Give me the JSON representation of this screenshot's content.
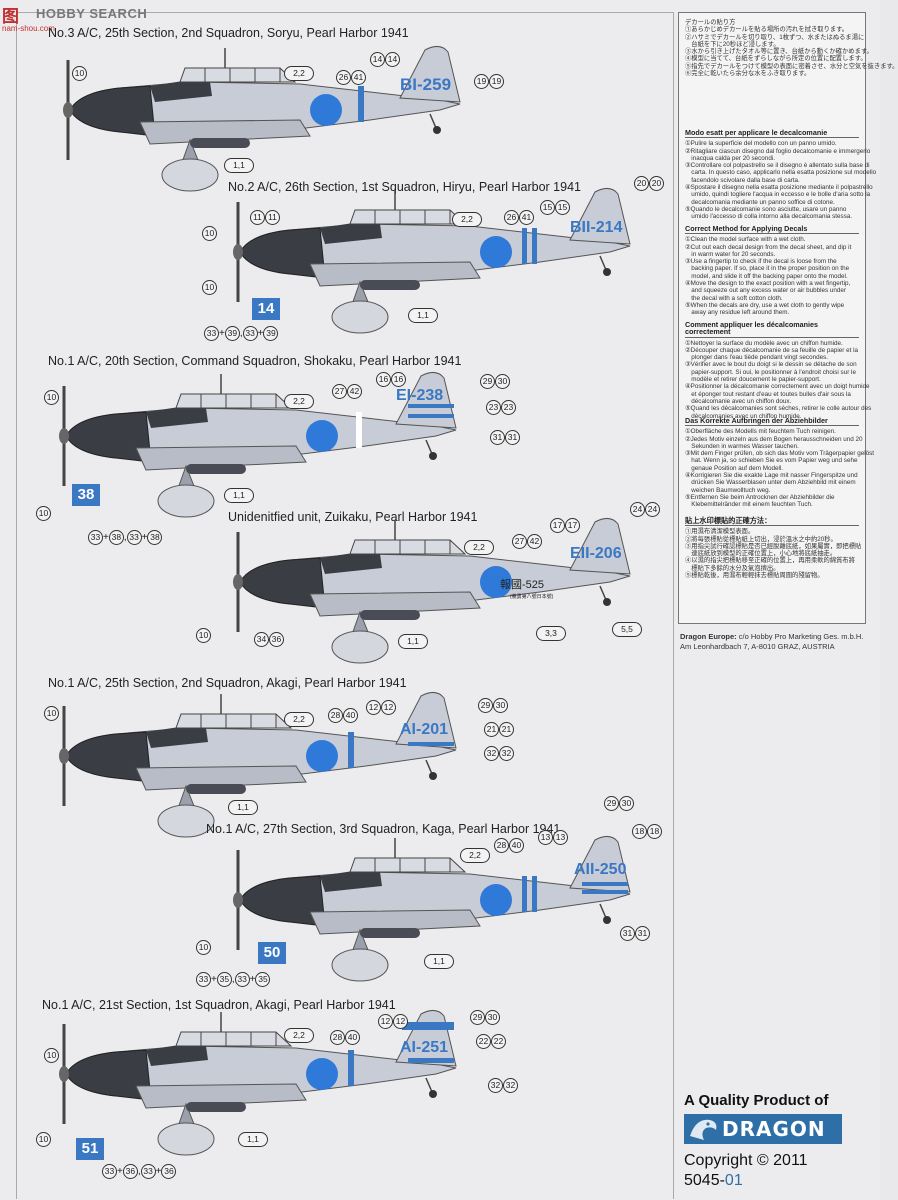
{
  "watermark": {
    "mark": "图",
    "brand": "HOBBY SEARCH",
    "sub": "nam-shou.com"
  },
  "profiles": [
    {
      "title": "No.3 A/C, 25th Section, 2nd Squadron, Soryu, Pearl Harbor 1941",
      "tail_code": "BI-259",
      "callouts": [
        "10",
        "2,2",
        "26",
        "41",
        "14",
        "14",
        "19",
        "19",
        "1,1"
      ],
      "number_box": ""
    },
    {
      "title": "No.2 A/C, 26th Section, 1st Squadron, Hiryu, Pearl Harbor 1941",
      "tail_code": "BII-214",
      "callouts": [
        "11",
        "11",
        "10",
        "2,2",
        "26",
        "41",
        "15",
        "15",
        "20",
        "20",
        "10",
        "1,1",
        "33",
        "+",
        "39",
        "33",
        "+",
        "39"
      ],
      "number_box": "14"
    },
    {
      "title": "No.1 A/C, 20th Section, Command Squadron, Shokaku, Pearl Harbor 1941",
      "tail_code": "EI-238",
      "callouts": [
        "10",
        "2,2",
        "27",
        "42",
        "16",
        "16",
        "29",
        "30",
        "23",
        "23",
        "31",
        "31",
        "1,1",
        "10",
        "33",
        "+",
        "38",
        "33",
        "+",
        "38"
      ],
      "number_box": "38"
    },
    {
      "title": "Unidenitfied unit, Zuikaku, Pearl Harbor 1941",
      "tail_code": "EII-206",
      "fuselage_text": "報國-525",
      "fuselage_sub": "(義勇第八號日本號)",
      "callouts": [
        "2,2",
        "27",
        "42",
        "17",
        "17",
        "24",
        "24",
        "10",
        "34",
        "36",
        "1,1",
        "3,3",
        "5,5"
      ],
      "number_box": ""
    },
    {
      "title": "No.1 A/C, 25th Section, 2nd Squadron, Akagi, Pearl Harbor 1941",
      "tail_code": "AI-201",
      "callouts": [
        "10",
        "2,2",
        "28",
        "40",
        "12",
        "12",
        "29",
        "30",
        "21",
        "21",
        "32",
        "32",
        "1,1"
      ],
      "number_box": ""
    },
    {
      "title": "No.1 A/C, 27th Section, 3rd Squadron, Kaga, Pearl Harbor 1941",
      "tail_code": "AII-250",
      "callouts": [
        "29",
        "30",
        "2,2",
        "28",
        "40",
        "13",
        "13",
        "18",
        "18",
        "31",
        "31",
        "10",
        "1,1",
        "33",
        "+",
        "35",
        "33",
        "+",
        "35"
      ],
      "number_box": "50"
    },
    {
      "title": "No.1 A/C, 21st Section, 1st Squadron, Akagi, Pearl Harbor 1941",
      "tail_code": "AI-251",
      "callouts": [
        "2,2",
        "28",
        "40",
        "12",
        "12",
        "29",
        "30",
        "22",
        "22",
        "10",
        "32",
        "32",
        "1,1",
        "10",
        "33",
        "+",
        "36",
        "33",
        "+",
        "36"
      ],
      "number_box": "51"
    }
  ],
  "instructions": {
    "japanese_head": "デカールの貼り方",
    "japanese_lines": [
      "①あらかじめデカールを貼る場所の汚れを拭き取ります。",
      "②ハサミでデカールを切り取り、1枚ずつ、水またはぬるま湯に",
      "　台紙を下に20秒ほど浸します。",
      "③水から引き上げたタオル等に置き、台紙から動くか確かめます。",
      "④模型に当てて、台紙をずらしながら所定の位置に配置します。",
      "⑤指先でデカールをつけて模型の表面に密着させ、水分と空気を抜きます。",
      "⑥完全に乾いたら余分な水をふき取ります。"
    ],
    "italian_head": "Modo esatt per applicare le decalcomanie",
    "italian_lines": [
      "①Pulire la superficie del modello con un panno umido.",
      "②Ritagliare ciascun disegno dal foglio decalcomanie e immergerlo",
      "　inacqua calda per 20 secondi.",
      "③Controllare col polpastrello se il disegno è allentato sulla base di",
      "　carta. In questo caso, applicarlo nella esatta posizione sul modello",
      "　facendolo scivolare dalla base di carta.",
      "④Spostare il disegno nella esatta posizione mediante il polpastrello",
      "　umido, quindi togliere l'acqua in eccesso e le bolle d'aria sotto la",
      "　decalcomania mediante un panno soffice di cotone.",
      "⑤Quando le decalcomanie sono asciutte, usare un panno",
      "　umido l'accesso di colla intorno alla decalcomania stessa."
    ],
    "english_head": "Correct Method for Applying Decals",
    "english_lines": [
      "①Clean the model surface with a wet cloth.",
      "②Cut out each decal design from the decal sheet, and dip it",
      "　in warm water for 20 seconds.",
      "③Use a fingertip to check if the decal is loose from the",
      "　backing paper. If so, place it in the proper position on the",
      "　model, and slide it off the backing paper onto the model.",
      "④Move the design to the exact position with a wet fingertip,",
      "　and squeeze out any excess water or air bubbles under",
      "　the decal with a soft cotton cloth.",
      "⑤When the decals are dry, use a wet cloth to gently wipe",
      "　away any residue left around them."
    ],
    "french_head": "Comment appliquer les décalcomanies correctement",
    "french_lines": [
      "①Nettoyer la surface du modèle avec un chiffon humide.",
      "②Découper chaque décalcomanie de sa feuille de papier et la",
      "　plonger dans l'eau tiède pendant vingt secondes.",
      "③Vérifier avec le bout du doigt si le dessin se détache de son",
      "　papier-support. Si oui, le positionner à l'endroit choisi sur le",
      "　modèle et retirer doucement le papier-support.",
      "④Positionner la décalcomanie correctement avec un doigt humide",
      "　et éponger tout restant d'eau et toutes bulles d'air sous la",
      "　décalcomanie avec un chiffon doux.",
      "⑤Quand les décalcomanies sont sèches, retirer le colle autour des",
      "　décalcomanies avec un chiffon humide."
    ],
    "german_head": "Das Korrekte Aufbringen der Abziehbilder",
    "german_lines": [
      "①Oberfläche des Modells mit feuchtem Tuch reinigen.",
      "②Jedes Motiv einzeln aus dem Bogen herausschneiden und 20",
      "　Sekunden in warmes Wasser tauchen.",
      "③Mit dem Finger prüfen, ob sich das Motiv vom Trägerpapier gelöst",
      "　hat. Wenn ja, so schieben Sie es vom Papier weg und sehe",
      "　genaue Position auf dem Modell.",
      "④Korrigieren Sie die exakte Lage mit nasser Fingerspitze und",
      "　drücken Sie Wasserblasen unter dem Abziehbild mit einem",
      "　weichen Baumwolltuch weg.",
      "⑤Entfernen Sie beim Antrocknen der Abziehbilder die",
      "　Klebemittelränder mit einem feuchten Tuch."
    ],
    "chinese_head": "貼上水印標貼的正確方法：",
    "chinese_lines": [
      "①用濕布清潔模型表面。",
      "②將每張標貼從標貼紙上切出，浸於溫水之中約20秒。",
      "③用指尖試行確認標貼是否已經脫離底紙，如果屬實，即把標貼",
      "　連底紙放到模型的正確位置上，小心地將底紙抽走。",
      "④以濕的指尖把標貼移至正確的位置上，再用柔軟的綿質布將",
      "　標貼下多餘的水分及氣泡擠出。",
      "⑤標貼乾後，用濕布輕輕抹去標貼周圍的殘留物。"
    ]
  },
  "dragon_europe": {
    "label": "Dragon Europe:",
    "line1": "c/o Hobby Pro Marketing Ges. m.b.H.",
    "line2": "Am Leonhardbach 7, A-8010 GRAZ, AUSTRIA"
  },
  "footer": {
    "quality": "A Quality Product of",
    "logo": "DRAGON",
    "copyright": "Copyright © 2011",
    "item_no": "5045-",
    "item_suffix": "01"
  },
  "colors": {
    "aircraft_light": "#c8ccd6",
    "aircraft_dark": "#3b3d45",
    "hinomaru": "#2f7ad8",
    "decal_blue": "#3a78c4"
  }
}
